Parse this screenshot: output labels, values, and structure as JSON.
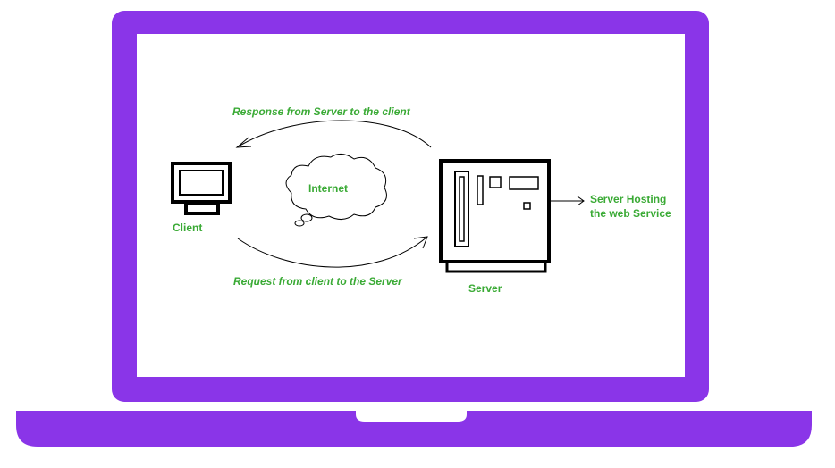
{
  "diagram": {
    "response_label": "Response from Server to the client",
    "request_label": "Request from client to the  Server",
    "internet_label": "Internet",
    "client_label": "Client",
    "server_label": "Server",
    "hosting_label_line1": "Server Hosting",
    "hosting_label_line2": "the web Service"
  },
  "colors": {
    "frame": "#8a35e8",
    "label_green": "#3aaa35",
    "ink": "#000000",
    "screen": "#ffffff"
  }
}
